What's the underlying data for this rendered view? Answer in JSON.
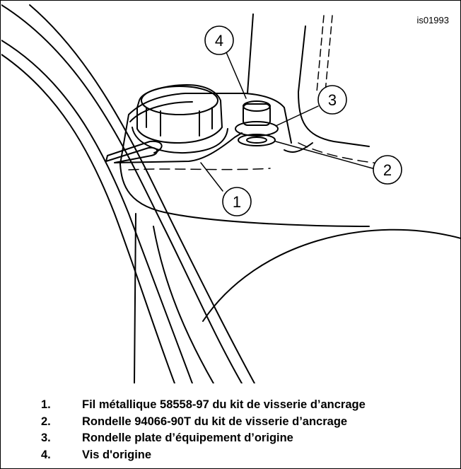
{
  "figure_id": "is01993",
  "callouts": [
    {
      "num": "1"
    },
    {
      "num": "2"
    },
    {
      "num": "3"
    },
    {
      "num": "4"
    }
  ],
  "legend": [
    {
      "num": "1.",
      "text": "Fil métallique 58558-97 du kit de visserie d’ancrage"
    },
    {
      "num": "2.",
      "text": "Rondelle 94066-90T du kit de visserie d’ancrage"
    },
    {
      "num": "3.",
      "text": "Rondelle plate d’équipement d’origine"
    },
    {
      "num": "4.",
      "text": "Vis d'origine"
    }
  ]
}
